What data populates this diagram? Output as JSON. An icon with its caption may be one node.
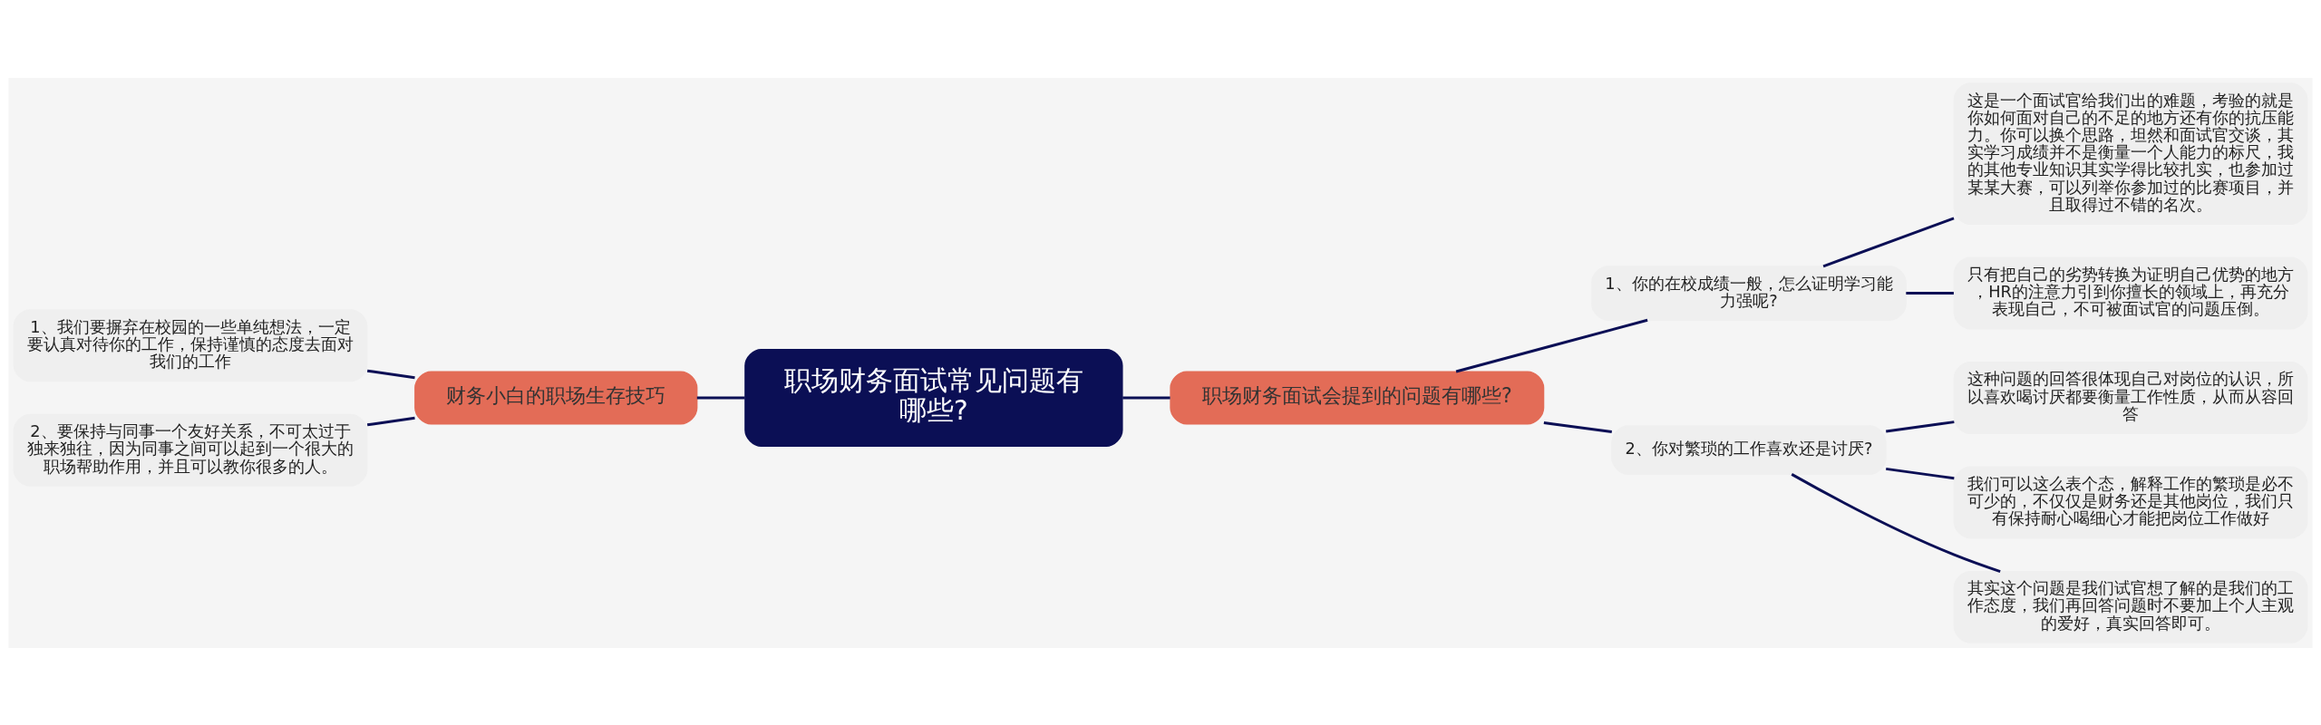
{
  "diagram": {
    "nodes": [
      {
        "text": [
          "职场财务面试常见问题有哪些?"
        ]
      },
      {
        "text": [
          "财务小白的职场生存技巧"
        ]
      },
      {
        "text": [
          "1、我们要摒弃在校园的一些单纯想法，一定要认真对待你的工作，保持谨慎的态度去面对我们的工作"
        ]
      },
      {
        "text": [
          "2、要保持与同事一个友好关系，不可太过于独来独往，因为同事之间可以起到一个很大的职场帮助作用，并且可以教你很多的人。"
        ]
      },
      {
        "text": [
          "职场财务面试会提到的问题有哪些?"
        ]
      },
      {
        "text": [
          "1、你的在校成绩一般，怎么证明学习能力强呢?"
        ]
      },
      {
        "text": [
          "这是一个面试官给我们出的难题，考验的就是你如何面对自己的不足的地方还有你的抗压能力。你可以换个思路，坦然和面试官交谈，其实学习成绩并不是衡量一个人能力的标尺，我的其他专业知识其实学得比较扎实，也参加过某某大赛，可以列举你参加过的比赛项目，并且取得过不错的名次。"
        ]
      },
      {
        "text": [
          "只有把自己的劣势转换为证明自己优势的地方，HR的注意力引到你擅长的领域上，再充分表现自己，不可被面试官的问题压倒。"
        ]
      },
      {
        "text": [
          "2、你对繁琐的工作喜欢还是讨厌?"
        ]
      },
      {
        "text": [
          "这种问题的回答很体现自己对岗位的认识，所以喜欢喝讨厌都要衡量工作性质，从而从容回答"
        ]
      },
      {
        "text": [
          "我们可以这么表个态，解释工作的繁琐是必不可少的，不仅仅是财务还是其他岗位，我们只有保持耐心喝细心才能把岗位工作做好"
        ]
      },
      {
        "text": [
          "其实这个问题是我们试官想了解的是我们的工作态度，我们再回答问题时不要加上个人主观的爱好，真实回答即可。"
        ]
      }
    ],
    "edges": [
      {
        "from": 0,
        "to": 1,
        "arrow": "none"
      },
      {
        "from": 1,
        "to": 2,
        "arrow": "none"
      },
      {
        "from": 1,
        "to": 3,
        "arrow": "none"
      },
      {
        "from": 0,
        "to": 4,
        "arrow": "none"
      },
      {
        "from": 4,
        "to": 5,
        "arrow": "none"
      },
      {
        "from": 5,
        "to": 6,
        "arrow": "none"
      },
      {
        "from": 5,
        "to": 7,
        "arrow": "none"
      },
      {
        "from": 4,
        "to": 8,
        "arrow": "none"
      },
      {
        "from": 8,
        "to": 9,
        "arrow": "none"
      },
      {
        "from": 8,
        "to": 10,
        "arrow": "none"
      },
      {
        "from": 8,
        "to": 11,
        "arrow": "none"
      }
    ]
  }
}
